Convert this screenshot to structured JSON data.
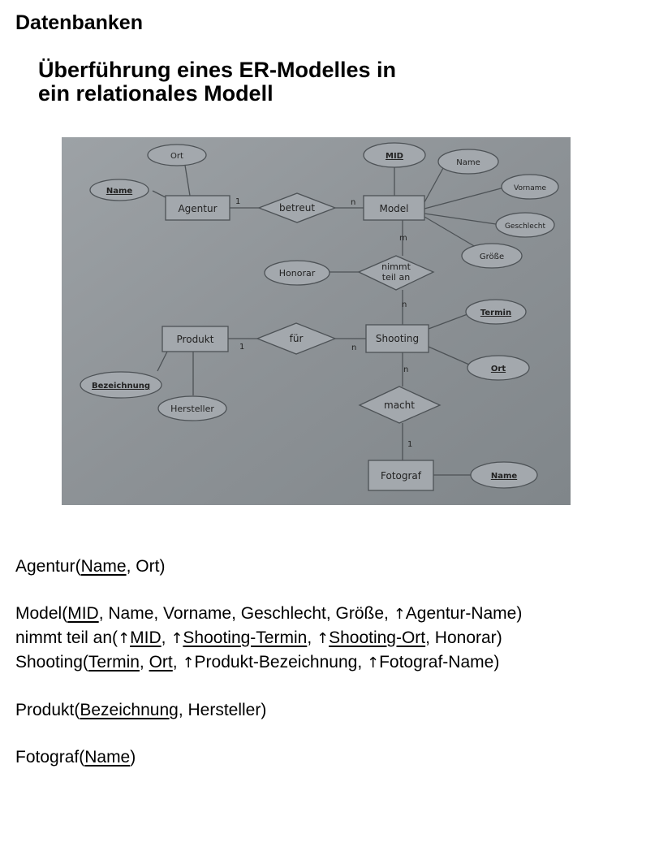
{
  "document": {
    "header": "Datenbanken",
    "title_line1": "Überführung eines ER-Modelles in",
    "title_line2": "ein relationales Modell"
  },
  "er_diagram": {
    "entities": {
      "agentur": "Agentur",
      "model": "Model",
      "produkt": "Produkt",
      "shooting": "Shooting",
      "fotograf": "Fotograf"
    },
    "relationships": {
      "betreut": "betreut",
      "nimmt_teil_an_1": "nimmt",
      "nimmt_teil_an_2": "teil an",
      "fuer": "für",
      "macht": "macht"
    },
    "attributes": {
      "agentur_ort": "Ort",
      "agentur_name": "Name",
      "model_mid": "MID",
      "model_name": "Name",
      "model_vorname": "Vorname",
      "model_geschlecht": "Geschlecht",
      "model_groesse": "Größe",
      "honorar": "Honorar",
      "shooting_termin": "Termin",
      "shooting_ort": "Ort",
      "produkt_bezeichnung": "Bezeichnung",
      "produkt_hersteller": "Hersteller",
      "fotograf_name": "Name"
    },
    "cardinalities": {
      "agentur_betreut": "1",
      "betreut_model": "n",
      "model_nimmt": "m",
      "nimmt_shooting": "n",
      "produkt_fuer": "1",
      "fuer_shooting": "n",
      "shooting_macht": "n",
      "macht_fotograf": "1"
    }
  },
  "relations": {
    "agentur": {
      "name": "Agentur",
      "open": "(",
      "a1": "Name",
      "sep1": ", ",
      "a2": "Ort",
      "close": ")"
    },
    "model": {
      "name": "Model",
      "open": "(",
      "a1": "MID",
      "rest": ", Name, Vorname, Geschlecht, Größe, ",
      "arrow": "↑",
      "fk1": "Agentur-Name",
      "close": ")"
    },
    "nimmt": {
      "name": "nimmt teil an",
      "open": "(",
      "arrow": "↑",
      "fk1": "MID",
      "sep1": ", ",
      "fk2": "Shooting-Termin",
      "sep2": ", ",
      "fk3": "Shooting-Ort",
      "rest": ", Honorar",
      "close": ")"
    },
    "shooting": {
      "name": "Shooting",
      "open": "(",
      "a1": "Termin",
      "sep1": ", ",
      "a2": "Ort",
      "sep2": ", ",
      "arrow": "↑",
      "fk1": "Produkt-Bezeichnung",
      "sep3": ", ",
      "fk2": "Fotograf-Name",
      "close": ")"
    },
    "produkt": {
      "name": "Produkt",
      "open": "(",
      "a1": "Bezeichnung",
      "rest": ", Hersteller",
      "close": ")"
    },
    "fotograf": {
      "name": "Fotograf",
      "open": "(",
      "a1": "Name",
      "close": ")"
    }
  },
  "colors": {
    "photo_bg": "#8f9498",
    "shape_fill": "#a3a8ad",
    "line": "#4d5256",
    "label": "#222222"
  }
}
